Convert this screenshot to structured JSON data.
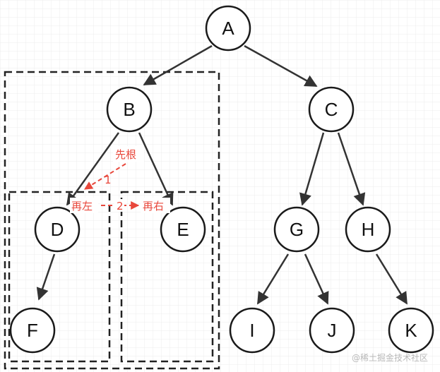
{
  "nodes": [
    {
      "id": "A",
      "label": "A"
    },
    {
      "id": "B",
      "label": "B"
    },
    {
      "id": "C",
      "label": "C"
    },
    {
      "id": "D",
      "label": "D"
    },
    {
      "id": "E",
      "label": "E"
    },
    {
      "id": "F",
      "label": "F"
    },
    {
      "id": "G",
      "label": "G"
    },
    {
      "id": "H",
      "label": "H"
    },
    {
      "id": "I",
      "label": "I"
    },
    {
      "id": "J",
      "label": "J"
    },
    {
      "id": "K",
      "label": "K"
    }
  ],
  "annotations": {
    "root_first": "先根",
    "then_left": "再左",
    "then_right": "再右",
    "step_1": "1",
    "step_2": "2"
  },
  "watermark": "@稀土掘金技术社区",
  "colors": {
    "edge": "#333333",
    "node_stroke": "#1a1a1a",
    "annotation": "#e8473b",
    "grid": "#e9e9e9",
    "dashed_box": "#222222"
  }
}
